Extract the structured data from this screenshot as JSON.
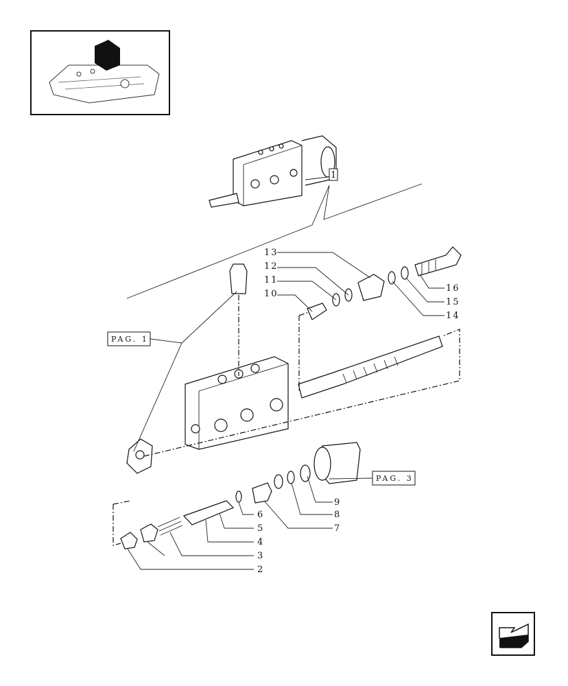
{
  "thumbnail": {
    "icon": "tractor-hydraulic-lift-thumbnail"
  },
  "callouts": {
    "assembly_ref": "1",
    "parts": [
      "2",
      "3",
      "4",
      "5",
      "6",
      "7",
      "8",
      "9",
      "10",
      "11",
      "12",
      "13",
      "14",
      "15",
      "16"
    ]
  },
  "page_refs": {
    "ref_a": "PAG. 1",
    "ref_b": "PAG. 3"
  },
  "navigation": {
    "icon": "next-page-arrow-icon"
  },
  "colors": {
    "ink": "#111111",
    "paper": "#ffffff"
  }
}
